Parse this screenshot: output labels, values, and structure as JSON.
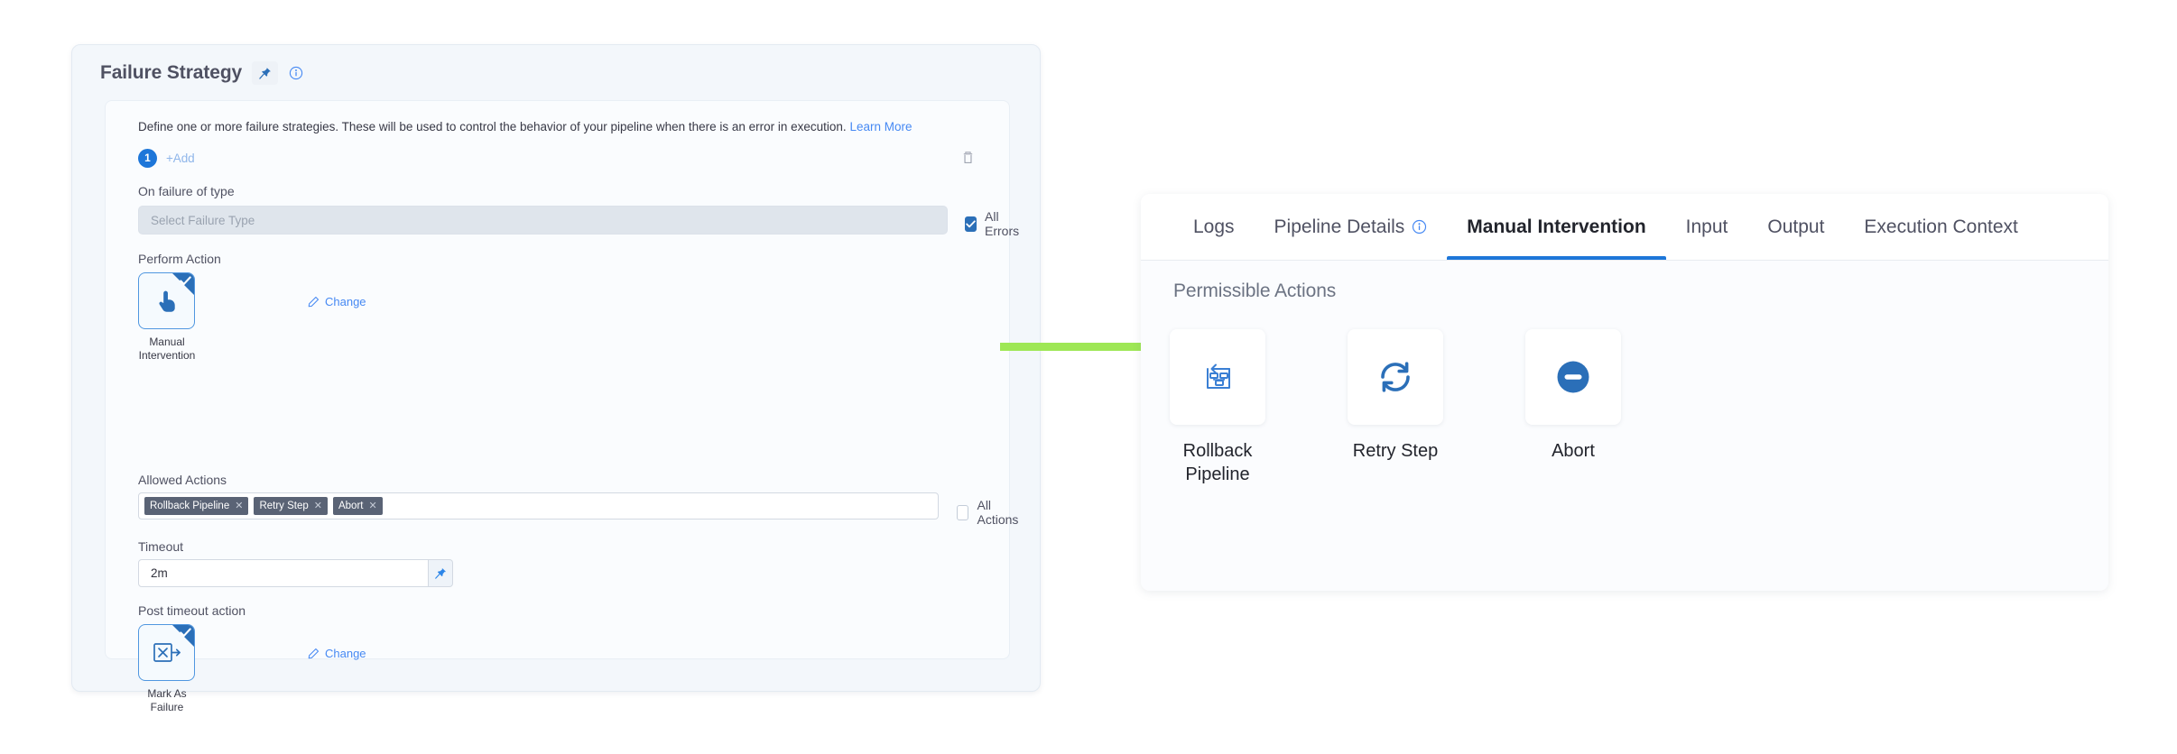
{
  "failure_strategy": {
    "title": "Failure Strategy",
    "pin_icon": "pin-icon",
    "info_icon": "info-circle-icon",
    "description_prefix": "Define one or more failure strategies. These will be used to control the behavior of your pipeline when there is an error in execution. ",
    "learn_more": "Learn More",
    "strategy_index": "1",
    "add_label": "+Add",
    "delete_icon": "trash-icon",
    "on_failure_label": "On failure of type",
    "failure_type_placeholder": "Select Failure Type",
    "failure_type_value": "",
    "all_errors_label": "All Errors",
    "all_errors_checked": true,
    "perform_action_label": "Perform Action",
    "perform_action_tile": {
      "icon": "hand-pointer-icon",
      "caption": "Manual\nIntervention",
      "caption_line1": "Manual",
      "caption_line2": "Intervention",
      "selected": true,
      "change_label": "Change"
    },
    "allowed_actions_label": "Allowed Actions",
    "allowed_actions_tags": [
      "Rollback Pipeline",
      "Retry Step",
      "Abort"
    ],
    "tag_remove_glyph": "✕",
    "all_actions_label": "All Actions",
    "all_actions_checked": false,
    "timeout_label": "Timeout",
    "timeout_value": "2m",
    "timeout_pin_icon": "pin-icon",
    "post_timeout_label": "Post timeout action",
    "post_timeout_tile": {
      "icon": "mark-as-failure-icon",
      "caption_line1": "Mark As",
      "caption_line2": "Failure",
      "selected": true,
      "change_label": "Change"
    }
  },
  "right_panel": {
    "tabs": [
      {
        "label": "Logs",
        "active": false,
        "has_info_icon": false
      },
      {
        "label": "Pipeline Details",
        "active": false,
        "has_info_icon": true
      },
      {
        "label": "Manual Intervention",
        "active": true,
        "has_info_icon": false
      },
      {
        "label": "Input",
        "active": false,
        "has_info_icon": false
      },
      {
        "label": "Output",
        "active": false,
        "has_info_icon": false
      },
      {
        "label": "Execution Context",
        "active": false,
        "has_info_icon": false
      }
    ],
    "section_title": "Permissible Actions",
    "actions": [
      {
        "label_line1": "Rollback",
        "label_line2": "Pipeline",
        "icon": "rollback-pipeline-icon"
      },
      {
        "label_line1": "Retry Step",
        "label_line2": "",
        "icon": "retry-refresh-icon"
      },
      {
        "label_line1": "Abort",
        "label_line2": "",
        "icon": "abort-minus-circle-icon"
      }
    ]
  },
  "annotation": {
    "arrow_icon": "green-arrow-right-icon",
    "arrow_color": "#9ee755"
  },
  "colors": {
    "accent_blue": "#1d76d9",
    "tile_blue": "#2b6fb8",
    "link_blue": "#4689f3",
    "tag_slate": "#5a6375",
    "card_bg": "#f3f7fb",
    "panel_bg": "#fafcfe",
    "text_dark": "#22242c",
    "text_muted": "#6c7383",
    "arrow_green": "#9ee755"
  }
}
